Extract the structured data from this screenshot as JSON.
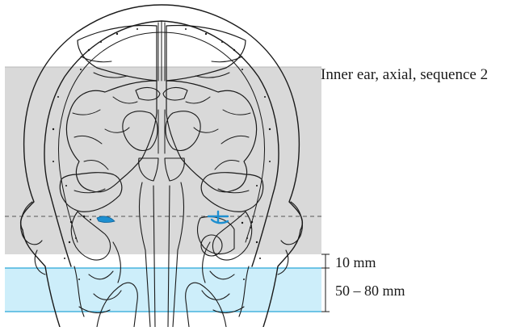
{
  "title": "Inner ear, axial, sequence 2",
  "dimensions": {
    "slice_thickness": "10 mm",
    "slab_coverage": "50 – 80 mm"
  },
  "colors": {
    "gray_region": "#d9d9d9",
    "blue_region": "#cdeefa",
    "blue_line": "#2aa7d8",
    "structure_highlight": "#1e8fd0",
    "outline": "#1a1a1a"
  },
  "icons": {
    "anatomy": "coronal-head-anatomy-illustration"
  }
}
